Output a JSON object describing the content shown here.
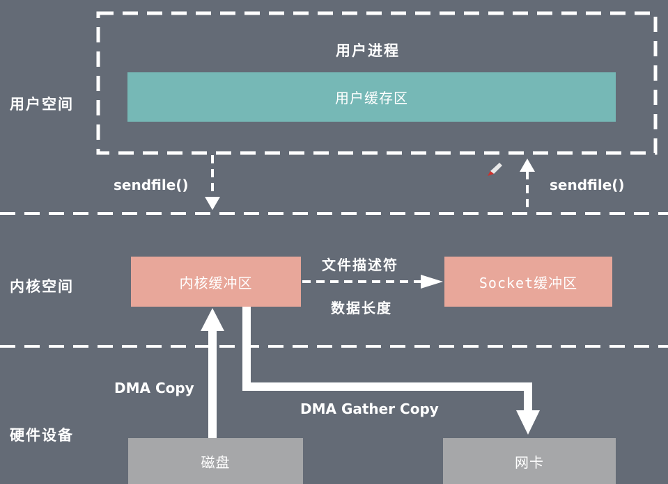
{
  "zones": {
    "user_space": "用户空间",
    "kernel_space": "内核空间",
    "hardware": "硬件设备"
  },
  "user_process": {
    "title": "用户进程",
    "buffer": "用户缓存区"
  },
  "kernel": {
    "kernel_buffer": "内核缓冲区",
    "socket_buffer": "Socket缓冲区",
    "transfer_top": "文件描述符",
    "transfer_bottom": "数据长度"
  },
  "hardware": {
    "disk": "磁盘",
    "nic": "网卡"
  },
  "calls": {
    "left": "sendfile()",
    "right": "sendfile()"
  },
  "copies": {
    "dma_copy": "DMA Copy",
    "dma_gather_copy": "DMA Gather Copy"
  },
  "colors": {
    "background": "#646b76",
    "user_buffer": "#76b8b6",
    "kernel_boxes": "#e8a79a",
    "hardware_boxes": "#a6a7a9",
    "lines": "#ffffff"
  }
}
